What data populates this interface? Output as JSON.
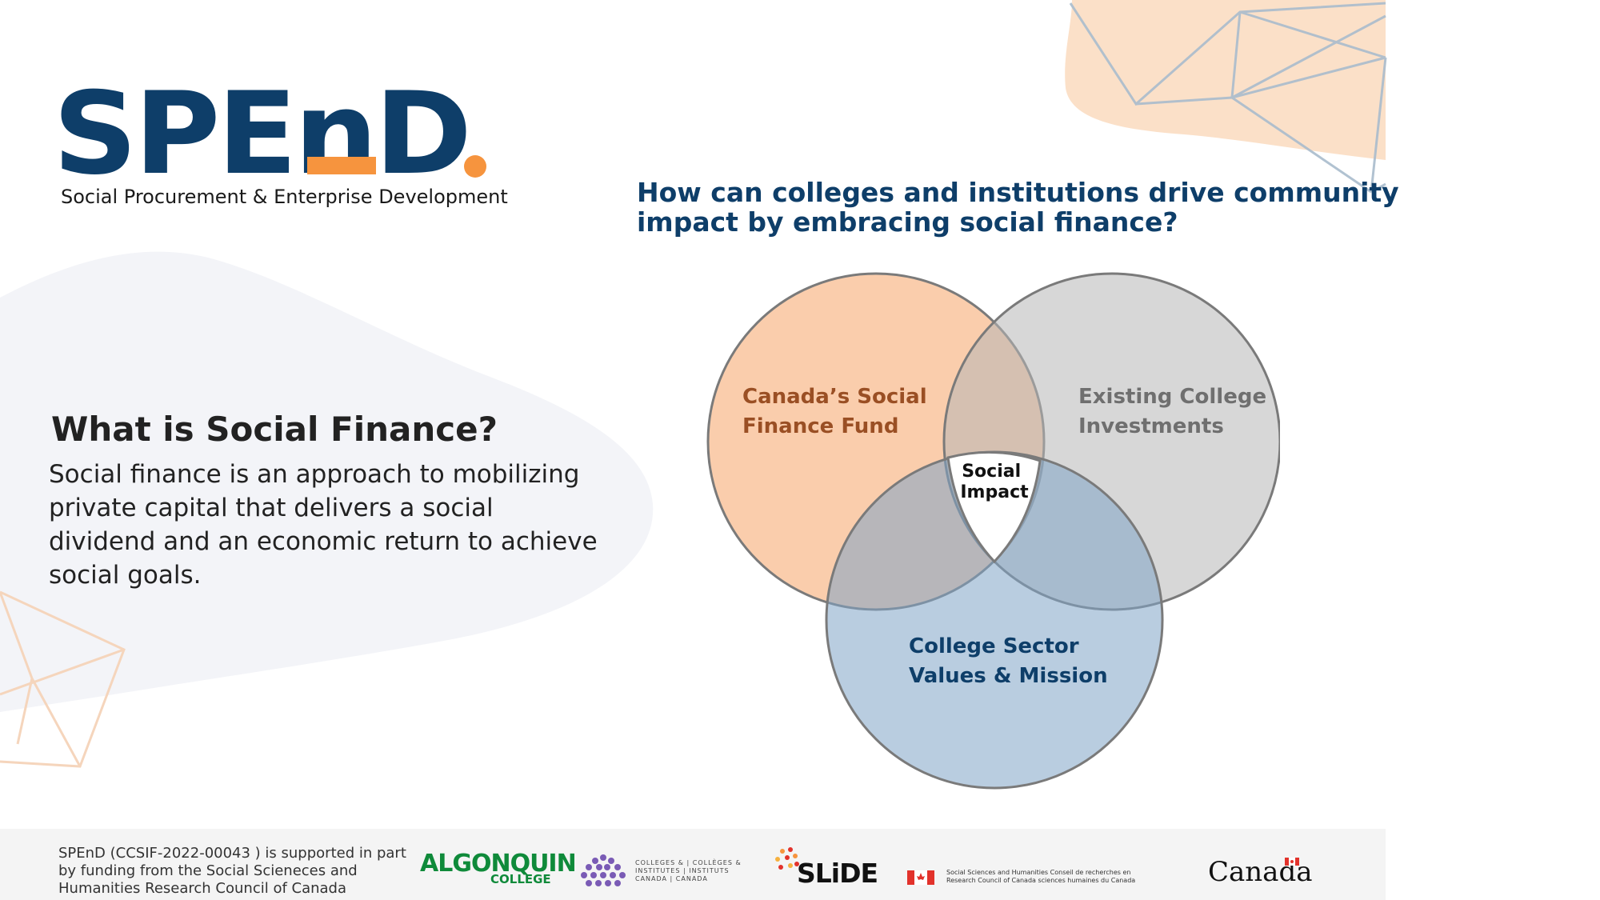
{
  "logo": {
    "word": "SPEnD",
    "subtitle": "Social Procurement & Enterprise Development"
  },
  "question": "How can colleges and institutions drive community impact by embracing social finance?",
  "social_finance": {
    "title": "What is Social Finance?",
    "body": "Social finance is an approach to mobilizing private capital that delivers a social dividend and an economic return to achieve social goals."
  },
  "venn": {
    "circles": [
      {
        "id": "social-finance-fund",
        "lines": [
          "Canada’s Social",
          "Finance Fund"
        ],
        "fill": "#f6a468",
        "label_color": "#9a4f24"
      },
      {
        "id": "college-investments",
        "lines": [
          "Existing College",
          "Investments"
        ],
        "fill": "#b7b7b7",
        "label_color": "#6f6f6f"
      },
      {
        "id": "values-mission",
        "lines": [
          "College Sector",
          "Values & Mission"
        ],
        "fill": "#7fa4c6",
        "label_color": "#0e3e69"
      }
    ],
    "center": {
      "lines": [
        "Social",
        "Impact"
      ]
    }
  },
  "footer": {
    "support_text": "SPEnD (CCSIF-2022-00043 ) is supported in part by funding from the Social Scieneces and Humanities Research Council of Canada",
    "logos": {
      "algonquin_line1": "ALGONQUIN",
      "algonquin_line2": "COLLEGE",
      "cic_line1": "COLLEGES & | COLLÈGES &",
      "cic_line2": "INSTITUTES | INSTITUTS",
      "cic_line3": "CANADA | CANADA",
      "slide": "SLiDE",
      "sshrc_line1": "Social Sciences and Humanities   Conseil de recherches en",
      "sshrc_line2": "Research Council of Canada   sciences humaines du Canada",
      "canada": "Canada"
    }
  },
  "colors": {
    "navy": "#0e3e69",
    "orange": "#f6943e",
    "text": "#222222"
  }
}
